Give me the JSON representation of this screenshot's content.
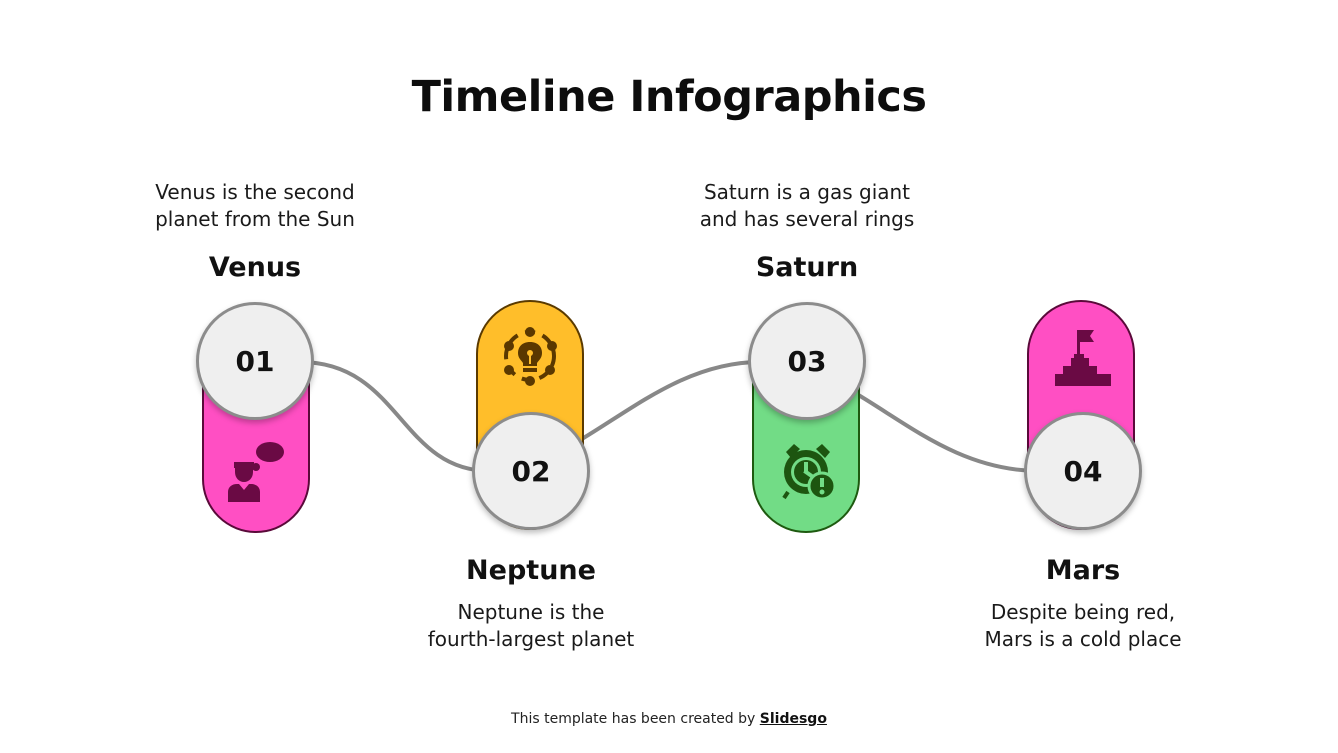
{
  "slide": {
    "title": "Timeline Infographics",
    "footer": {
      "text": "This template has been created by ",
      "link": "Slidesgo"
    }
  },
  "colors": {
    "pink": "#ff4fc3",
    "pink_border": "#5a0a3a",
    "pink_icon": "#6a0a44",
    "yellow": "#ffbe2a",
    "yellow_border": "#5a3a00",
    "yellow_icon": "#5a3800",
    "green": "#72dc86",
    "green_border": "#1e5a10",
    "green_icon": "#1d5510",
    "connector": "#888888",
    "circle_fill": "#efefef",
    "circle_border": "#8c8c8c"
  },
  "steps": [
    {
      "number": "01",
      "name": "Venus",
      "description_line1": "Venus is the second",
      "description_line2": "planet from the Sun",
      "color": "pink",
      "icon": "thinking-person-icon",
      "text_position": "top"
    },
    {
      "number": "02",
      "name": "Neptune",
      "description_line1": "Neptune is the",
      "description_line2": "fourth-largest planet",
      "color": "yellow",
      "icon": "idea-network-icon",
      "text_position": "bottom"
    },
    {
      "number": "03",
      "name": "Saturn",
      "description_line1": "Saturn is a gas giant",
      "description_line2": "and has several rings",
      "color": "green",
      "icon": "alarm-clock-alert-icon",
      "text_position": "top"
    },
    {
      "number": "04",
      "name": "Mars",
      "description_line1": "Despite being red,",
      "description_line2": "Mars is a cold place",
      "color": "pink",
      "icon": "flag-podium-icon",
      "text_position": "bottom"
    }
  ]
}
